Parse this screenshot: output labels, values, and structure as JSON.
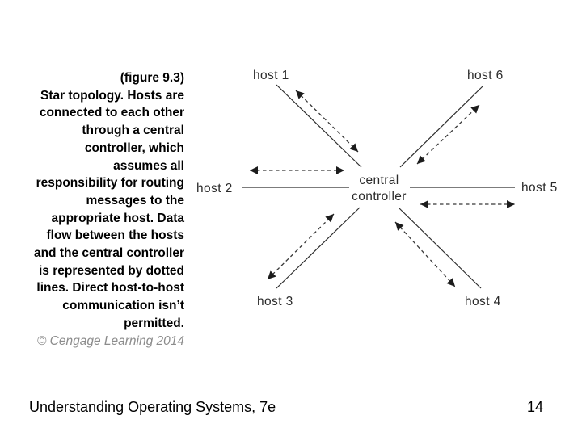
{
  "slide": {
    "caption": {
      "text": "(figure 9.3)\nStar topology. Hosts are\nconnected to each other\nthrough a central\ncontroller, which\nassumes all\nresponsibility for routing\nmessages to the\nappropriate host. Data\nflow between the hosts\nand the central controller\nis represented by dotted\nlines. Direct host-to-host\ncommunication isn’t\npermitted."
    },
    "copyright": "© Cengage Learning 2014",
    "footer": {
      "title": "Understanding Operating Systems, 7e",
      "page_number": "14"
    }
  },
  "diagram": {
    "title": "Star topology",
    "labels": {
      "host1": "host 1",
      "host2": "host 2",
      "host3": "host 3",
      "host4": "host 4",
      "host5": "host 5",
      "host6": "host 6",
      "controller_line1": "central",
      "controller_line2": "controller"
    },
    "connections": [
      {
        "from": "host 1",
        "to": "central controller",
        "link": "solid",
        "data_flow": "dashed double-headed arrow"
      },
      {
        "from": "host 2",
        "to": "central controller",
        "link": "solid",
        "data_flow": "dashed double-headed arrow"
      },
      {
        "from": "host 3",
        "to": "central controller",
        "link": "solid",
        "data_flow": "dashed double-headed arrow"
      },
      {
        "from": "host 4",
        "to": "central controller",
        "link": "solid",
        "data_flow": "dashed double-headed arrow"
      },
      {
        "from": "host 5",
        "to": "central controller",
        "link": "solid",
        "data_flow": "dashed double-headed arrow"
      },
      {
        "from": "host 6",
        "to": "central controller",
        "link": "solid",
        "data_flow": "dashed double-headed arrow"
      }
    ]
  },
  "colors": {
    "background": "#ffffff",
    "caption_text": "#000000",
    "copyright_gray": "#8c8c8c",
    "diagram_ink": "#2b2b2b",
    "footer_text": "#000000"
  }
}
